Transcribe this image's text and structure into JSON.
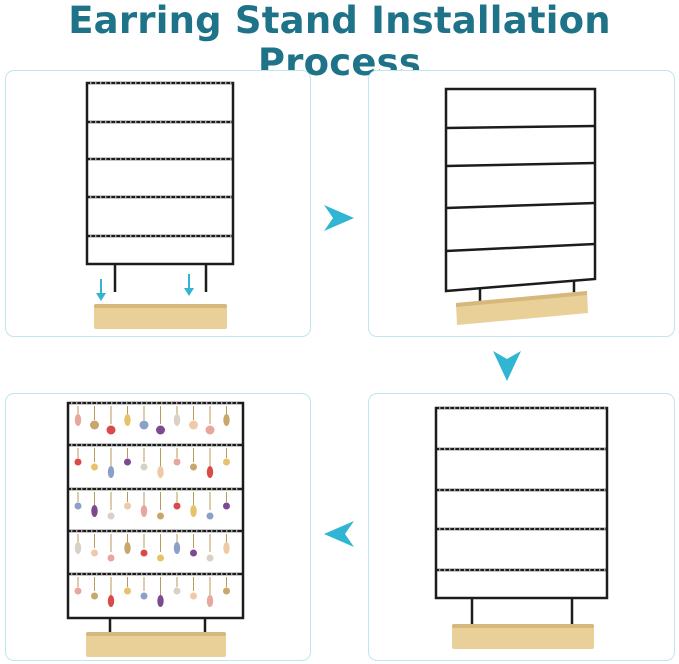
{
  "title": "Earring Stand Installation Process",
  "colors": {
    "title": "#1f7388",
    "accent": "#31b5d3",
    "panel_border": "#bfe6ef",
    "metal": "#1c1c1c",
    "wood": "#e9cf98",
    "wood_dark": "#d6b77c"
  },
  "steps": [
    {
      "step": 1,
      "name": "attach-frame-to-base"
    },
    {
      "step": 2,
      "name": "frame-inserted"
    },
    {
      "step": 3,
      "name": "assembled-stand"
    },
    {
      "step": 4,
      "name": "stand-with-earrings"
    }
  ],
  "flow_arrows": [
    {
      "name": "arrow-right-icon",
      "direction": "right"
    },
    {
      "name": "arrow-down-icon",
      "direction": "down"
    },
    {
      "name": "arrow-left-icon",
      "direction": "left"
    }
  ]
}
